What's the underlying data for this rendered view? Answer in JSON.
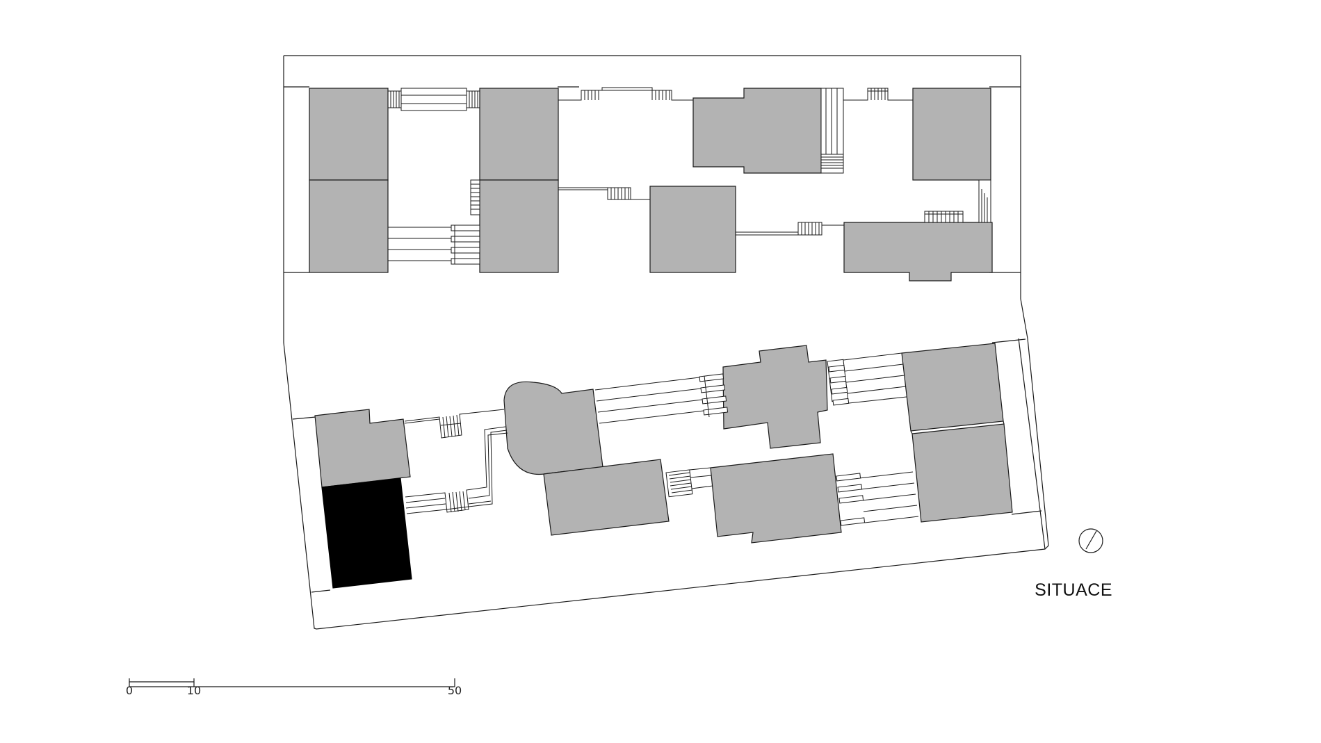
{
  "drawing": {
    "title": "SITUACE",
    "north_arrow_icon": "north-arrow-icon"
  },
  "scale_bar": {
    "ticks": [
      "0",
      "10",
      "50"
    ]
  },
  "colors": {
    "building_fill": "#b3b3b3",
    "highlighted_building_fill": "#000000",
    "line": "#1a1a1a",
    "background": "#ffffff"
  }
}
